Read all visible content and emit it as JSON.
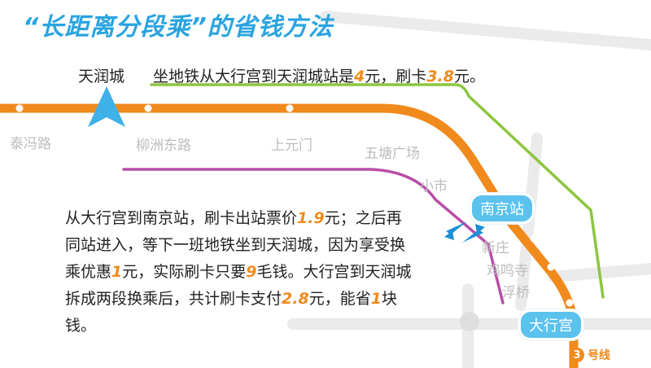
{
  "title": "“长距离分段乘”的省钱方法",
  "tianrun_label": "天润城",
  "fare_line": {
    "part1": "坐地铁从大行宫到天润城站是",
    "cash_price": "4",
    "part2": "元，刷卡",
    "card_price": "3.8",
    "part3": "元。"
  },
  "stations": {
    "taifeng": "泰冯路",
    "liuzhou_east": "柳洲东路",
    "shangyuanmen": "上元门",
    "wutang": "五塘广场",
    "xiaoshi": "小市",
    "nanjing": "南京站",
    "xinzhuang": "新庄",
    "jimingsi": "鸡鸣寺",
    "fuqiao": "浮桥",
    "daxinggong": "大行宫"
  },
  "paragraph": {
    "t1": "从大行宫到南京站，刷卡出站票价",
    "n1": "1.9",
    "t2": "元；之后再同站进入，等下一班地铁坐到天润城，因为享受换乘优惠",
    "n2": "1",
    "t3": "元，实际刷卡只要",
    "n3": "9",
    "t4": "毛钱。大行宫到天润城拆成两段换乘后，共计刷卡支付",
    "n4": "2.8",
    "t5": "元，能省",
    "n5": "1",
    "t6": "块钱。"
  },
  "line_badge": {
    "number": "3",
    "label": "号线"
  },
  "colors": {
    "metro_line": "#f08a1c",
    "route_green": "#8cc63f",
    "route_purple": "#b84ea6",
    "accent_blue": "#2aa4e0",
    "bubble_blue": "#5bc2ee",
    "roads": "#e9e9e9"
  }
}
